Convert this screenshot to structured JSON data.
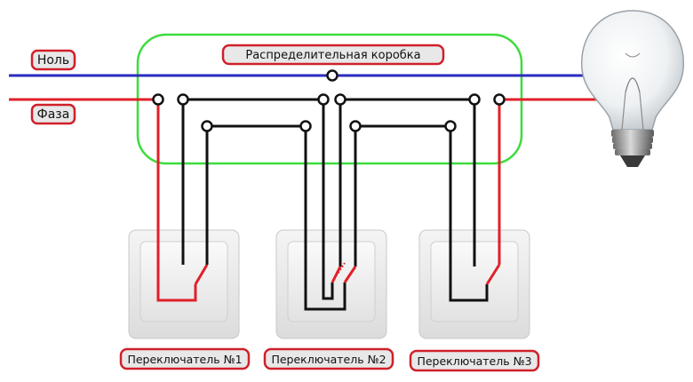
{
  "labels": {
    "neutral": "Ноль",
    "phase": "Фаза",
    "junction_box": "Распределительная коробка",
    "switch1": "Переключатель №1",
    "switch2": "Переключатель №2",
    "switch3": "Переключатель №3"
  },
  "colors": {
    "neutral_wire": "#2b2bbf",
    "phase_wire": "#e0202a",
    "signal_wire": "#111111",
    "junction_box_outline": "#3ddc3d",
    "label_border": "#d0202a",
    "label_fill": "#e8e8e8",
    "switch_plate": "#ececec"
  },
  "icons": {
    "lamp": "light-bulb-icon"
  }
}
